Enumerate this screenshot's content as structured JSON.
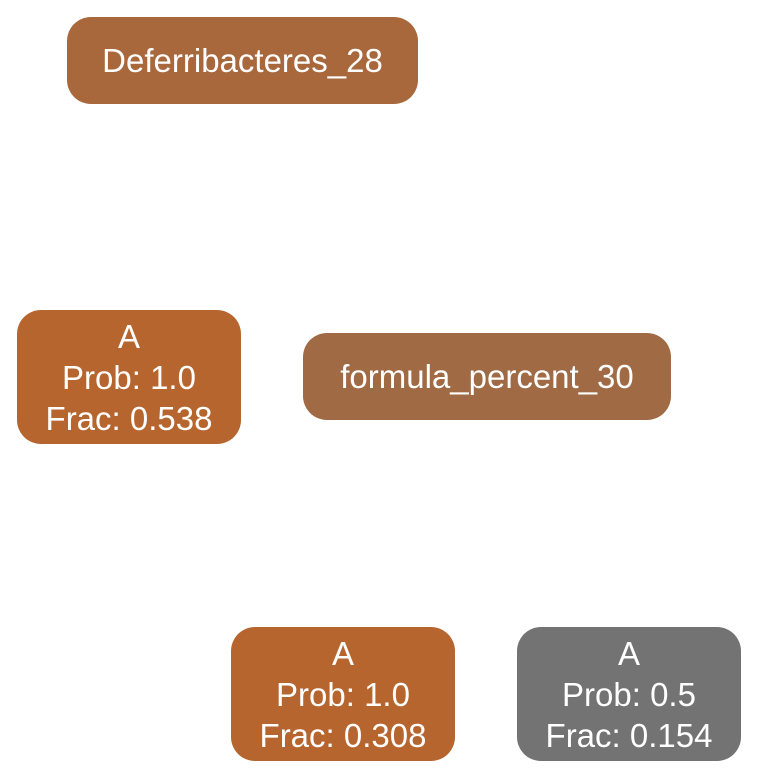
{
  "tree": {
    "root": {
      "label": "Deferribacteres_28",
      "color": "#a9683c"
    },
    "split": {
      "label": "formula_percent_30",
      "color": "#a06a45"
    },
    "leaves": [
      {
        "class": "A",
        "prob": "Prob: 1.0",
        "frac": "Frac: 0.538",
        "color": "#b7652e"
      },
      {
        "class": "A",
        "prob": "Prob: 1.0",
        "frac": "Frac: 0.308",
        "color": "#b7652e"
      },
      {
        "class": "A",
        "prob": "Prob: 0.5",
        "frac": "Frac: 0.154",
        "color": "#737373"
      }
    ]
  }
}
